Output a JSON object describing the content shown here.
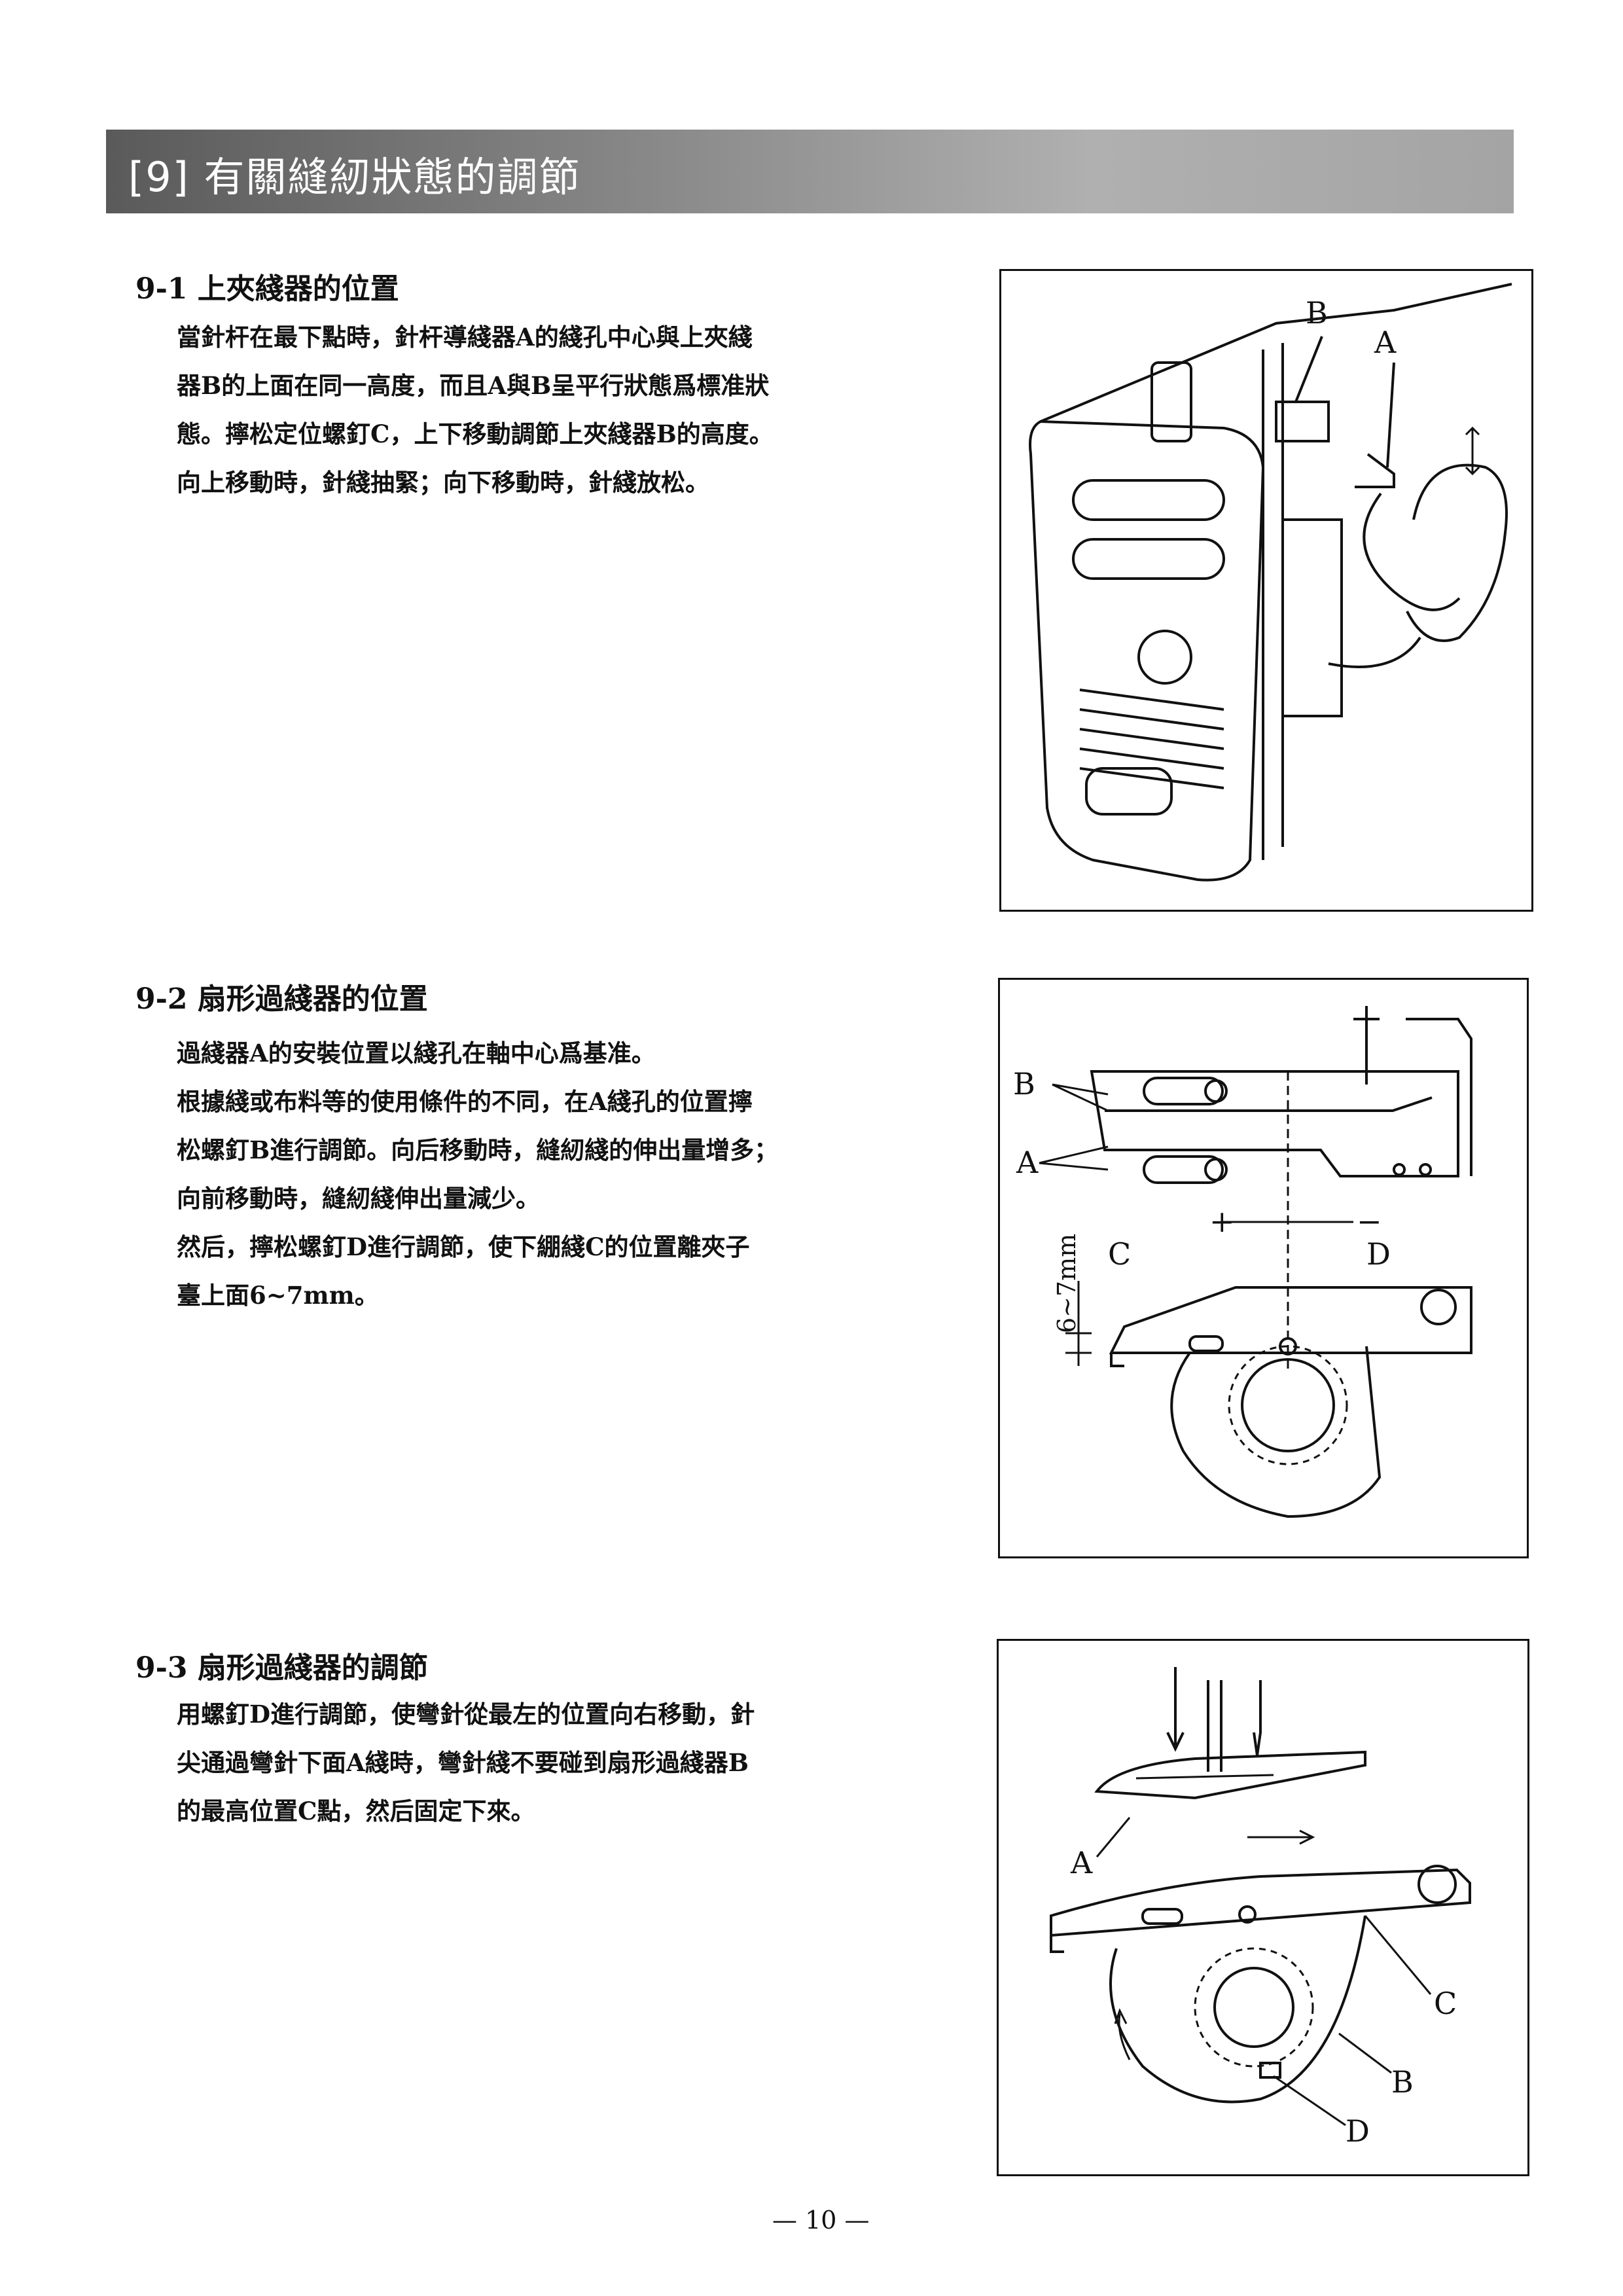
{
  "header": {
    "title": "[9] 有關縫紉狀態的調節"
  },
  "sections": [
    {
      "title": "9-1 上夾綫器的位置",
      "lines": [
        "當針杆在最下點時，針杆導綫器A的綫孔中心與上夾綫",
        "器B的上面在同一高度，而且A與B呈平行狀態爲標准狀",
        "態。擰松定位螺釘C，上下移動調節上夾綫器B的高度。",
        "向上移動時，針綫抽緊；向下移動時，針綫放松。"
      ],
      "figure_labels": {
        "a": "A",
        "b": "B"
      }
    },
    {
      "title": "9-2 扇形過綫器的位置",
      "lines": [
        "過綫器A的安裝位置以綫孔在軸中心爲基准。",
        "根據綫或布料等的使用條件的不同，在A綫孔的位置擰",
        "松螺釘B進行調節。向后移動時，縫紉綫的伸出量增多；",
        "向前移動時，縫紉綫伸出量減少。",
        "然后，擰松螺釘D進行調節，使下綳綫C的位置離夾子",
        "臺上面6~7mm。"
      ],
      "figure_labels": {
        "a": "A",
        "b": "B",
        "c": "C",
        "d": "D",
        "dim": "6~7mm",
        "plus": "+",
        "minus": "−"
      }
    },
    {
      "title": "9-3 扇形過綫器的調節",
      "lines": [
        "用螺釘D進行調節，使彎針從最左的位置向右移動，針",
        "尖通過彎針下面A綫時，彎針綫不要碰到扇形過綫器B",
        "的最高位置C點，然后固定下來。"
      ],
      "figure_labels": {
        "a": "A",
        "b": "B",
        "c": "C",
        "d": "D"
      }
    }
  ],
  "page_number": "— 10 —"
}
